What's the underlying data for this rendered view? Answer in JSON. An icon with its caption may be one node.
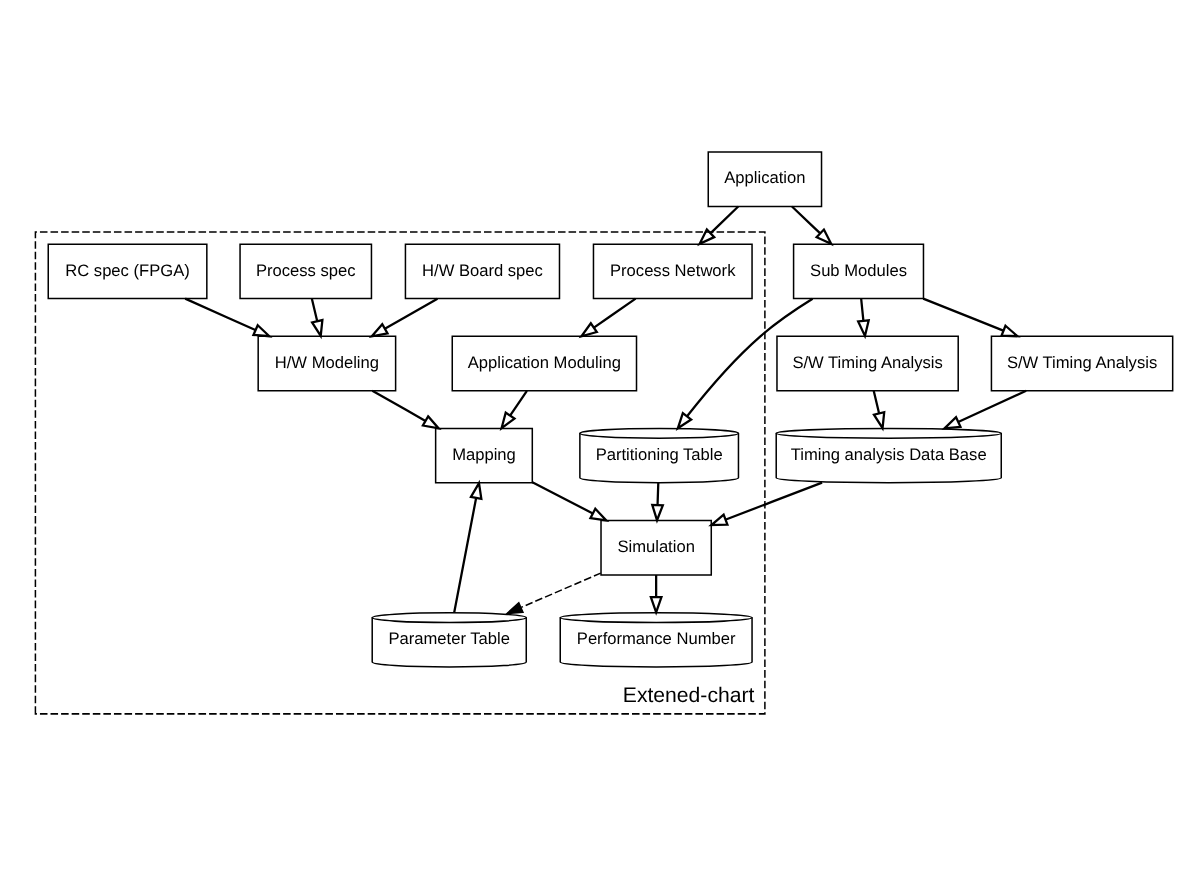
{
  "diagram": {
    "nodes": [
      {
        "text": [
          "Extened-chart"
        ]
      },
      {
        "text": [
          "Application"
        ]
      },
      {
        "text": [
          "Process Network"
        ],
        "in": 0
      },
      {
        "text": [
          "Sub Modules"
        ]
      },
      {
        "text": [
          "Partitioning Table"
        ],
        "in": 0
      },
      {
        "text": [
          "Application Moduling"
        ],
        "in": 0
      },
      {
        "text": [
          "S/W Timing Analysis"
        ]
      },
      {
        "text": [
          "S/W Timing Analysis"
        ]
      },
      {
        "text": [
          "Simulation"
        ],
        "in": 0
      },
      {
        "text": [
          "Mapping"
        ],
        "in": 0
      },
      {
        "text": [
          "Parameter Table"
        ],
        "in": 0
      },
      {
        "text": [
          "H/W Modeling"
        ],
        "in": 0
      },
      {
        "text": [
          "H/W Board spec"
        ],
        "in": 0
      },
      {
        "text": [
          "Timing analysis Data Base"
        ]
      },
      {
        "text": [
          "Performance Number"
        ],
        "in": 0
      },
      {
        "text": [
          "Process spec"
        ],
        "in": 0
      },
      {
        "text": [
          "RC spec (FPGA)"
        ],
        "in": 0
      }
    ],
    "edges": [
      {
        "from": 1,
        "to": 2,
        "arrow": "to"
      },
      {
        "from": 1,
        "to": 3,
        "arrow": "to"
      },
      {
        "from": 2,
        "to": 5,
        "arrow": "to"
      },
      {
        "from": 3,
        "to": 4,
        "arrow": "to"
      },
      {
        "from": 3,
        "to": 6,
        "arrow": "to"
      },
      {
        "from": 3,
        "to": 7,
        "arrow": "to"
      },
      {
        "from": 4,
        "to": 8,
        "arrow": "to"
      },
      {
        "from": 5,
        "to": 9,
        "arrow": "to"
      },
      {
        "from": 9,
        "to": 8,
        "arrow": "to"
      },
      {
        "from": 10,
        "to": 9,
        "arrow": "to"
      },
      {
        "from": 11,
        "to": 9,
        "arrow": "to"
      },
      {
        "from": 12,
        "to": 11,
        "arrow": "to"
      },
      {
        "from": 15,
        "to": 11,
        "arrow": "to"
      },
      {
        "from": 16,
        "to": 11,
        "arrow": "to"
      },
      {
        "from": 6,
        "to": 13,
        "arrow": "to"
      },
      {
        "from": 7,
        "to": 13,
        "arrow": "to"
      },
      {
        "from": 13,
        "to": 8,
        "arrow": "to"
      },
      {
        "from": 8,
        "to": 14,
        "arrow": "to"
      },
      {
        "from": 8,
        "to": 10,
        "arrow": "to",
        "style": "dashed"
      }
    ]
  }
}
